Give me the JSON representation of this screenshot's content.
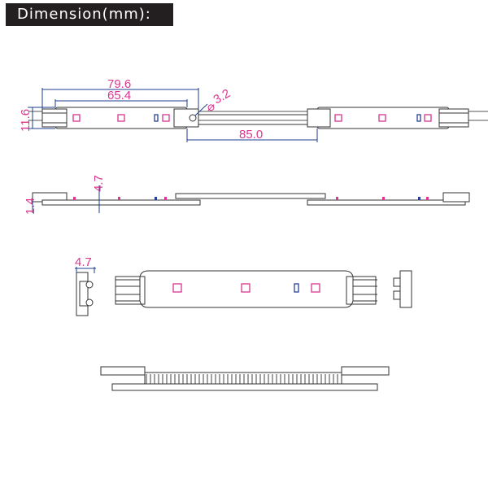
{
  "header": {
    "title": "Dimension(mm):"
  },
  "dimensions": {
    "overall_module_length": "79.6",
    "inner_module_length": "65.4",
    "hole_diameter": "3.2",
    "module_pitch": "85.0",
    "module_width": "11.6",
    "module_height": "4.7",
    "pcb_thickness": "1.4",
    "end_view_height": "4.7"
  },
  "colors": {
    "dimension_text": "#d9368f",
    "dimension_line": "#1d3c8c",
    "outline": "#333333",
    "led_pink": "#d9368f",
    "led_blue": "#2a3f9a",
    "title_bg": "#231f20"
  }
}
